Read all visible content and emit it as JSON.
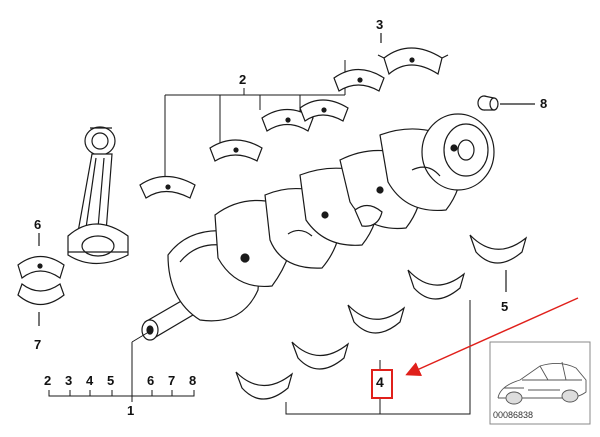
{
  "callouts": {
    "c1": "1",
    "c2": "2",
    "c3": "3",
    "c4": "4",
    "c5": "5",
    "c6": "6",
    "c7": "7",
    "c8": "8"
  },
  "parts_row": [
    "2",
    "3",
    "4",
    "5",
    "6",
    "7",
    "8"
  ],
  "inset": {
    "code": "00086838"
  },
  "colors": {
    "line": "#1a1a1a",
    "highlight": "#e0201b",
    "inset_border": "#888888"
  }
}
